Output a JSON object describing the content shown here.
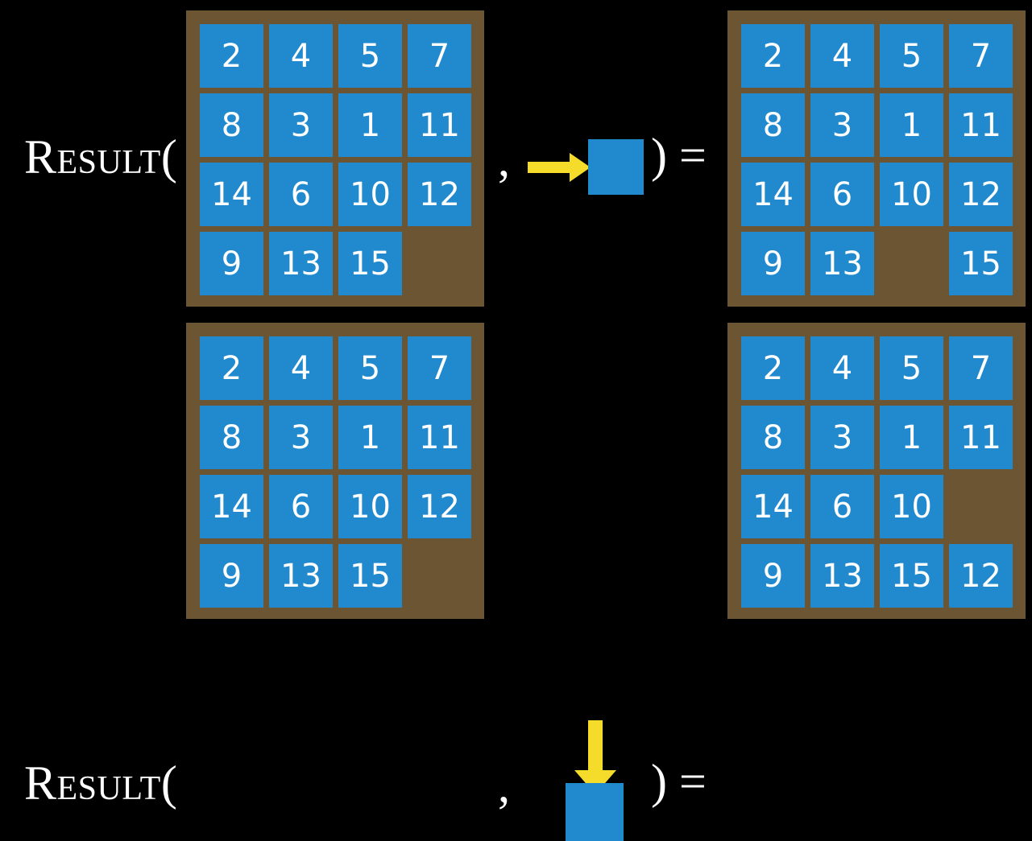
{
  "figure": {
    "title": "Result of sliding-puzzle moves",
    "background_color": "#000000",
    "tile_color": "#2189CE",
    "frame_color": "#6B5533",
    "arrow_color": "#F5DC2B",
    "text_color": "#FFFFFF"
  },
  "labels": {
    "function_open": "Result(",
    "comma": ",",
    "close_equals": ") ="
  },
  "rows": [
    {
      "id": "row-move-right",
      "label": "Result(",
      "comma": ",",
      "close_equals": ") =",
      "action": {
        "icon": "arrow-right-icon",
        "direction": "right",
        "description": "slide tile right into blank"
      },
      "input_board": {
        "name": "input-board-row-1",
        "cells": [
          [
            "2",
            "4",
            "5",
            "7"
          ],
          [
            "8",
            "3",
            "1",
            "11"
          ],
          [
            "14",
            "6",
            "10",
            "12"
          ],
          [
            "9",
            "13",
            "15",
            ""
          ]
        ]
      },
      "output_board": {
        "name": "output-board-row-1",
        "cells": [
          [
            "2",
            "4",
            "5",
            "7"
          ],
          [
            "8",
            "3",
            "1",
            "11"
          ],
          [
            "14",
            "6",
            "10",
            "12"
          ],
          [
            "9",
            "13",
            "",
            "15"
          ]
        ]
      }
    },
    {
      "id": "row-move-down",
      "label": "Result(",
      "comma": ",",
      "close_equals": ") =",
      "action": {
        "icon": "arrow-down-icon",
        "direction": "down",
        "description": "slide tile down into blank"
      },
      "input_board": {
        "name": "input-board-row-2",
        "cells": [
          [
            "2",
            "4",
            "5",
            "7"
          ],
          [
            "8",
            "3",
            "1",
            "11"
          ],
          [
            "14",
            "6",
            "10",
            "12"
          ],
          [
            "9",
            "13",
            "15",
            ""
          ]
        ]
      },
      "output_board": {
        "name": "output-board-row-2",
        "cells": [
          [
            "2",
            "4",
            "5",
            "7"
          ],
          [
            "8",
            "3",
            "1",
            "11"
          ],
          [
            "14",
            "6",
            "10",
            ""
          ],
          [
            "9",
            "13",
            "15",
            "12"
          ]
        ]
      }
    }
  ]
}
